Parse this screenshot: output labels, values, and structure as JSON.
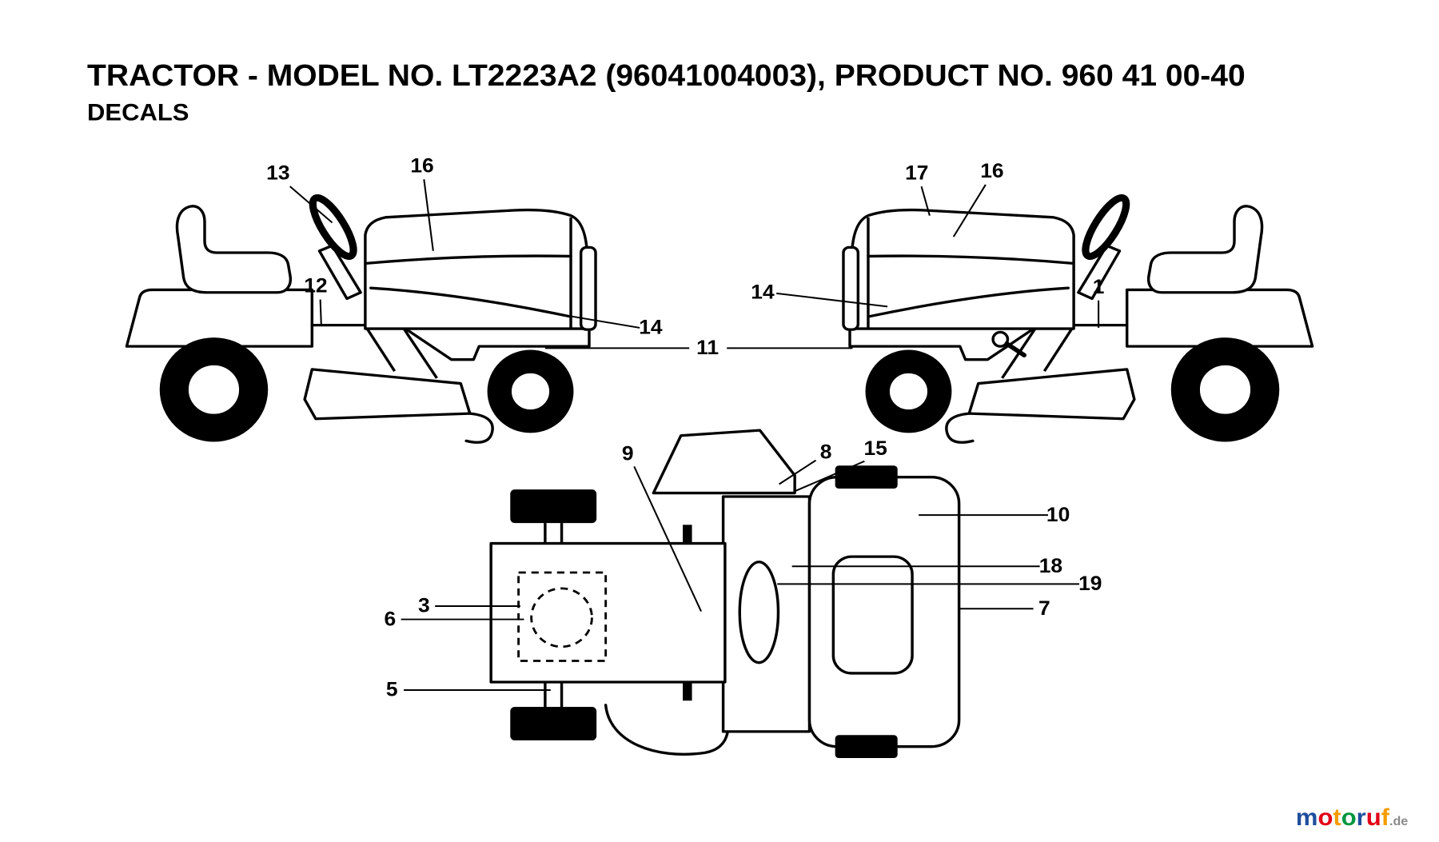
{
  "header": {
    "title": "TRACTOR - MODEL NO. LT2223A2 (96041004003), PRODUCT NO. 960 41 00-40",
    "subtitle": "DECALS"
  },
  "colors": {
    "background": "#ffffff",
    "line_art": "#000000"
  },
  "callouts": [
    {
      "label": "13"
    },
    {
      "label": "16"
    },
    {
      "label": "12"
    },
    {
      "label": "14"
    },
    {
      "label": "11"
    },
    {
      "label": "17"
    },
    {
      "label": "16"
    },
    {
      "label": "14"
    },
    {
      "label": "1"
    },
    {
      "label": "9"
    },
    {
      "label": "8"
    },
    {
      "label": "15"
    },
    {
      "label": "10"
    },
    {
      "label": "18"
    },
    {
      "label": "19"
    },
    {
      "label": "7"
    },
    {
      "label": "3"
    },
    {
      "label": "6"
    },
    {
      "label": "5"
    }
  ],
  "watermark": {
    "brand_letters": [
      {
        "ch": "m",
        "color": "#1f4e9c"
      },
      {
        "ch": "o",
        "color": "#e2001a"
      },
      {
        "ch": "t",
        "color": "#f59c00"
      },
      {
        "ch": "o",
        "color": "#009640"
      },
      {
        "ch": "r",
        "color": "#1f4e9c"
      },
      {
        "ch": "u",
        "color": "#e2001a"
      },
      {
        "ch": "f",
        "color": "#f59c00"
      }
    ],
    "suffix": ".de"
  }
}
